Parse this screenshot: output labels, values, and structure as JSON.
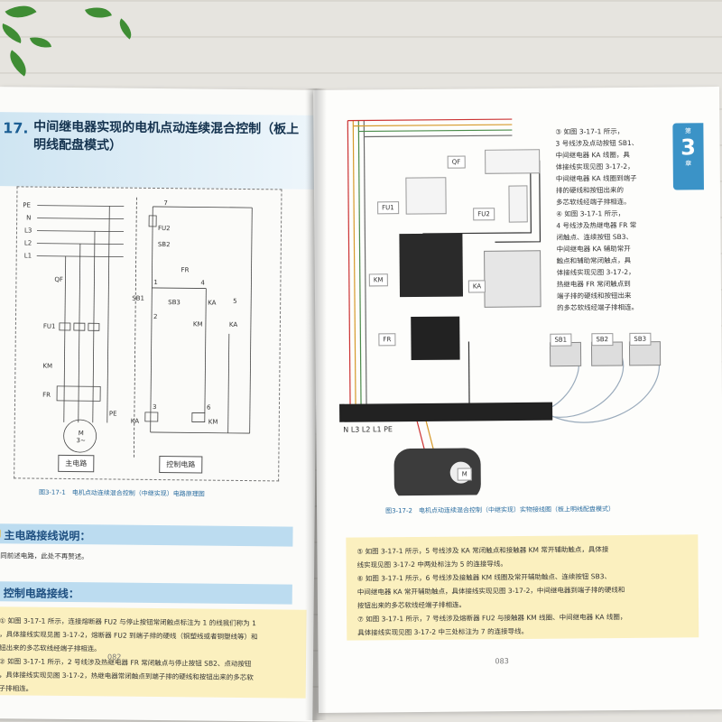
{
  "left_page": {
    "section_number": "17.",
    "title": "中间继电器实现的电机点动连续混合控制（板上明线配盘模式）",
    "schematic": {
      "bus_labels": [
        "PE",
        "N",
        "L3",
        "L2",
        "L1"
      ],
      "component_labels": [
        "QF",
        "FU1",
        "KM",
        "FR",
        "PE",
        "M\n3~",
        "FU2",
        "SB2",
        "FR",
        "SB1",
        "SB3",
        "KA",
        "KM",
        "KA",
        "KA",
        "KM"
      ],
      "wire_numbers": [
        "1",
        "2",
        "3",
        "4",
        "5",
        "6",
        "7"
      ],
      "zone_labels": [
        "主电路",
        "控制电路"
      ]
    },
    "figure_caption": "图3-17-1　电机点动连续混合控制（中继实现）电路原理图",
    "main_circuit_heading": "主电路接线说明：",
    "main_circuit_note": "同前述电路，此处不再赘述。",
    "control_circuit_heading": "控制电路接线：",
    "paragraphs": [
      "① 如图 3-17-1 所示，连接熔断器 FU2 与停止按钮常闭触点标注为 1 的线我们称为 1",
      "，具体接线实现见图 3-17-2，熔断器 FU2 到端子排的硬线（铜塑线或者铜塑线等）和",
      "钮出来的多芯软线经端子排相连。",
      "② 如图 3-17-1 所示，2 号线涉及热继电器 FR 常闭触点与停止按钮 SB2、点动按钮",
      "，具体接线实现见图 3-17-2，热继电器常闭触点到端子排的硬线和按钮出来的多芯软",
      "子排相连。"
    ],
    "page_number": "082"
  },
  "right_page": {
    "chapter": {
      "prefix": "第",
      "number": "3",
      "suffix": "章"
    },
    "wiring_labels": [
      "QF",
      "FU1",
      "FU2",
      "KM",
      "KA",
      "FR",
      "SB1",
      "SB2",
      "SB3",
      "M"
    ],
    "terminal_labels": "N L3 L2 L1 PE",
    "side_text": [
      "③ 如图 3-17-1 所示，",
      "3 号线涉及点动按钮 SB1、",
      "中间继电器 KA 线圈，具",
      "体接线实现见图 3-17-2，",
      "中间继电器 KA 线圈到端子",
      "排的硬线和按钮出来的",
      "多芯软线经端子排相连。",
      "④ 如图 3-17-1 所示，",
      "4 号线涉及热继电器 FR 常",
      "闭触点、连续按钮 SB3、",
      "中间继电器 KA 辅助常开",
      "触点和辅助常闭触点，具",
      "体接线实现见图 3-17-2，",
      "热继电器 FR 常闭触点到",
      "端子排的硬线和按钮出来",
      "的多芯软线经端子排相连。"
    ],
    "figure_caption": "图3-17-2　电机点动连续混合控制（中继实现）实物接线图（板上明线配盘模式）",
    "paragraphs": [
      "⑤ 如图 3-17-1 所示，5 号线涉及 KA 常闭触点和接触器 KM 常开辅助触点，具体接",
      "线实现见图 3-17-2 中两处标注为 5 的连接导线。",
      "⑥ 如图 3-17-1 所示，6 号线涉及接触器 KM 线圈及常开辅助触点、连续按钮 SB3、",
      "中间继电器 KA 常开辅助触点，具体接线实现见图 3-17-2，中间继电器到端子排的硬线和",
      "按钮出来的多芯软线经端子排相连。",
      "⑦ 如图 3-17-1 所示，7 号线涉及熔断器 FU2 与接触器 KM 线圈、中间继电器 KA 线圈，",
      "具体接线实现见图 3-17-2 中三处标注为 7 的连接导线。"
    ],
    "page_number": "083"
  },
  "colors": {
    "accent_blue": "#3b93c7",
    "title_band": "#cfe5f2",
    "note_yellow": "#fbf0bf",
    "heading_band": "#bcdcf0"
  }
}
